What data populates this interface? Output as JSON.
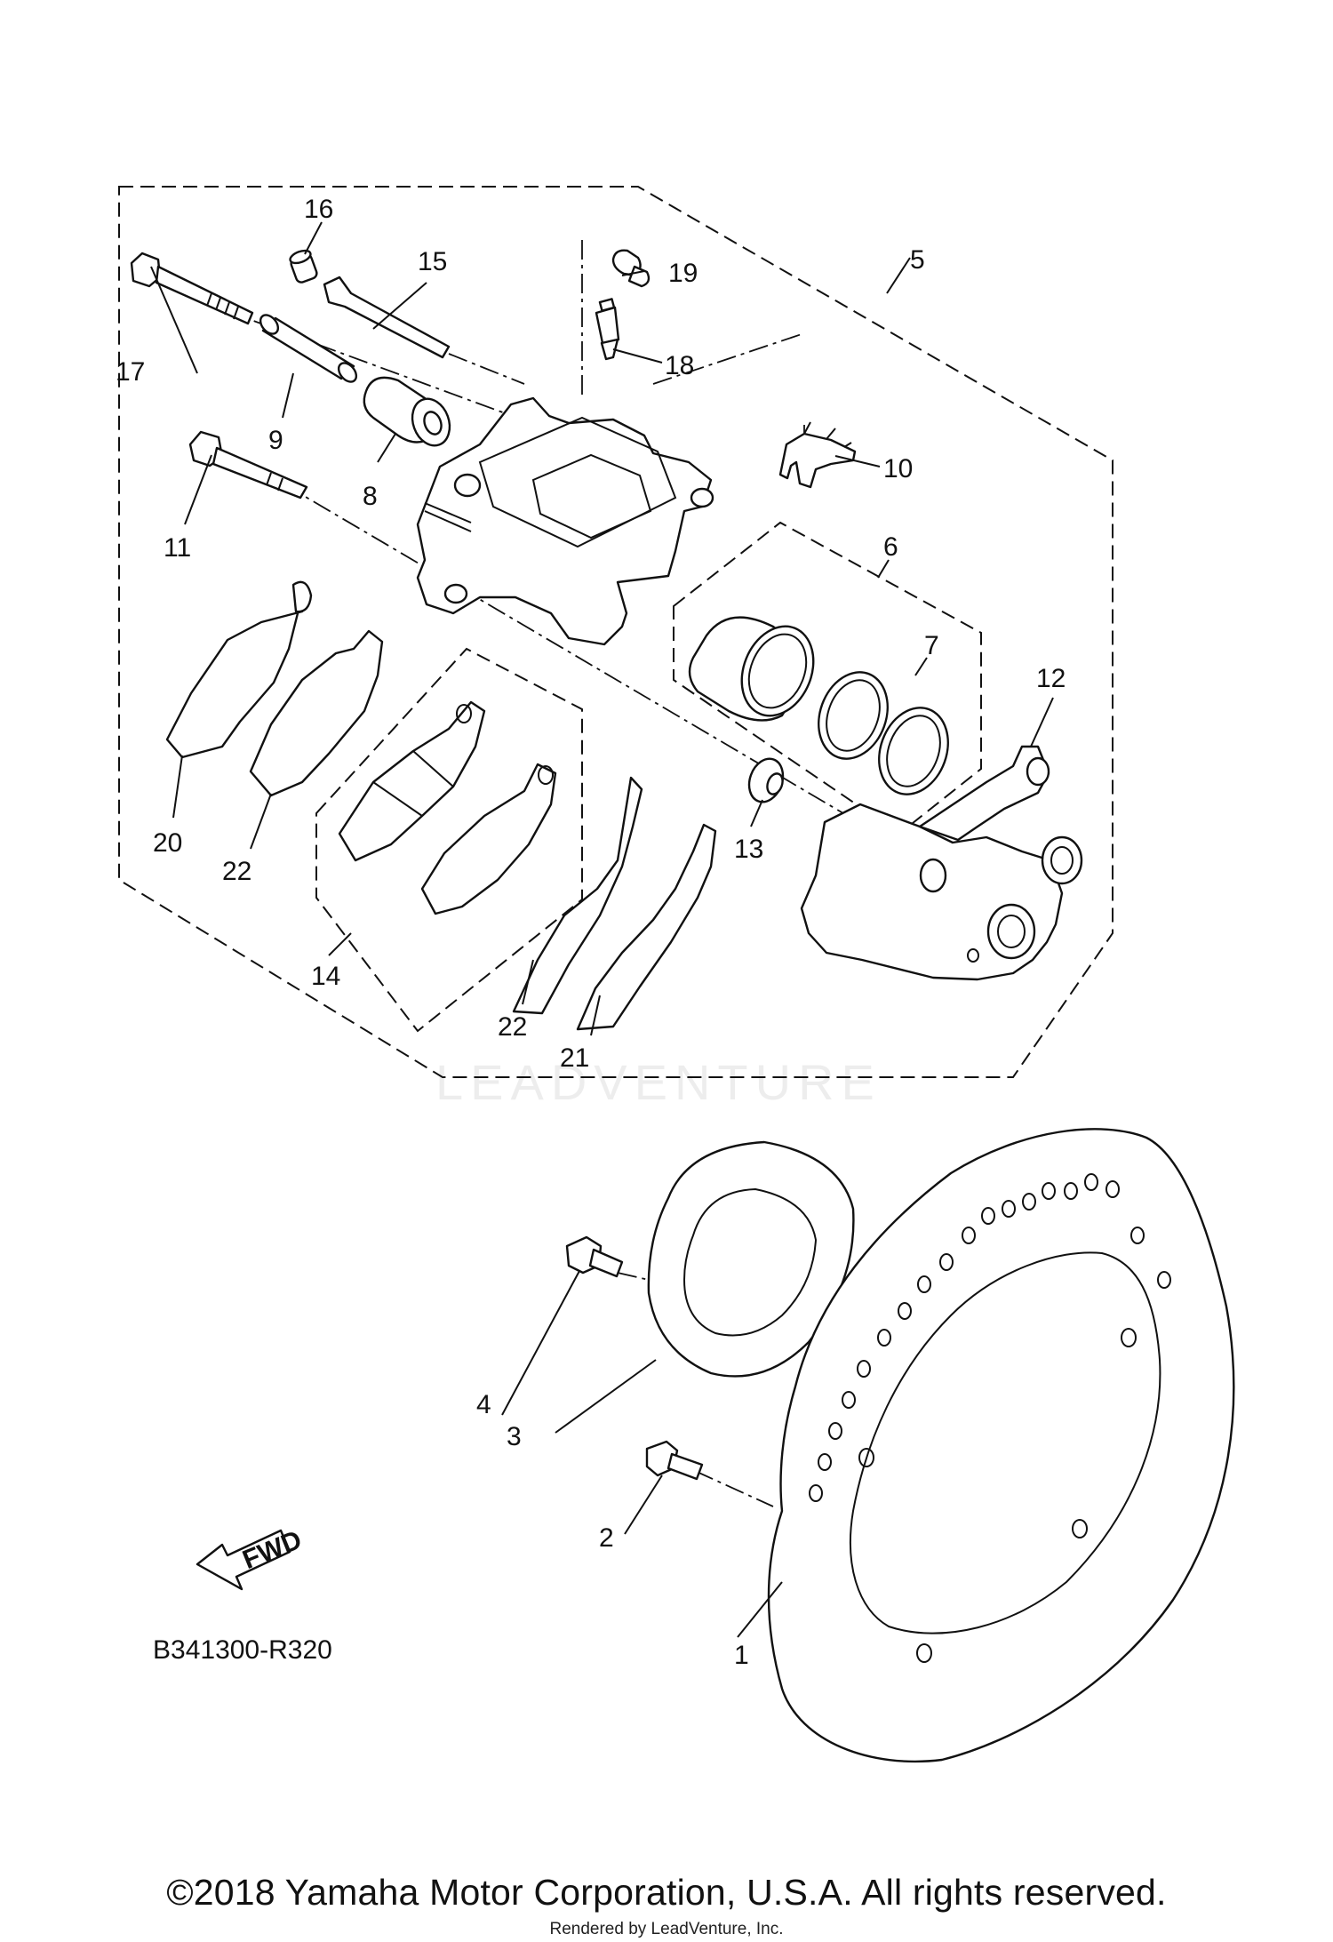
{
  "diagram": {
    "ref_code": "B341300-R320",
    "fwd_label": "FWD",
    "watermark": "LEADVENTURE",
    "callouts": [
      "1",
      "2",
      "3",
      "4",
      "5",
      "6",
      "7",
      "8",
      "9",
      "10",
      "11",
      "12",
      "13",
      "14",
      "15",
      "16",
      "17",
      "18",
      "19",
      "20",
      "21",
      "22",
      "22"
    ]
  },
  "footer": {
    "copyright": "©2018 Yamaha Motor Corporation, U.S.A. All rights reserved.",
    "rendered_by": "Rendered by LeadVenture, Inc."
  }
}
